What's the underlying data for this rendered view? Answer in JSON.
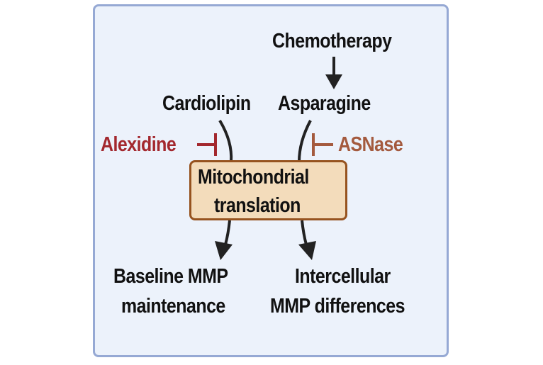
{
  "diagram": {
    "colors": {
      "panel_bg": "#ecf2fb",
      "panel_border": "#96a9d4",
      "box_fill": "#f3dcbb",
      "box_border": "#96531f",
      "alexidine": "#a3282e",
      "asnase": "#a45a3e",
      "arrow": "#222222"
    },
    "nodes": {
      "chemotherapy": "Chemotherapy",
      "cardiolipin": "Cardiolipin",
      "asparagine": "Asparagine",
      "alexidine": "Alexidine",
      "asnase": "ASNase",
      "center_line1": "Mitochondrial",
      "center_line2": "translation",
      "baseline_line1": "Baseline MMP",
      "baseline_line2": "maintenance",
      "intercellular_line1": "Intercellular",
      "intercellular_line2": "MMP differences"
    },
    "edges": [
      {
        "from": "Chemotherapy",
        "to": "Asparagine",
        "type": "activation"
      },
      {
        "from": "Cardiolipin",
        "to": "Mitochondrial translation",
        "type": "line"
      },
      {
        "from": "Asparagine",
        "to": "Mitochondrial translation",
        "type": "line"
      },
      {
        "from": "Alexidine",
        "to": "Cardiolipin",
        "type": "inhibition"
      },
      {
        "from": "ASNase",
        "to": "Asparagine",
        "type": "inhibition"
      },
      {
        "from": "Mitochondrial translation",
        "to": "Baseline MMP maintenance",
        "type": "activation"
      },
      {
        "from": "Mitochondrial translation",
        "to": "Intercellular MMP differences",
        "type": "activation"
      }
    ]
  }
}
